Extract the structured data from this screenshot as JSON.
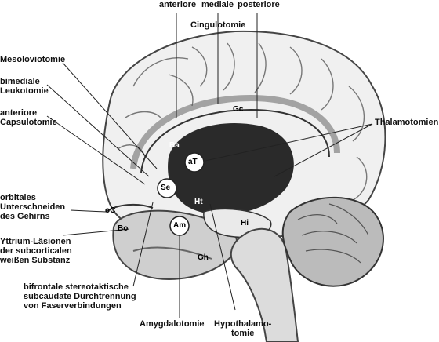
{
  "header": {
    "anteriore": "anteriore",
    "mediale": "mediale",
    "posteriore": "posteriore"
  },
  "labels": {
    "cingulotomie": "Cingulotomie",
    "mesoloviotomie": "Mesoloviotomie",
    "bimediale": "bimediale\nLeukotomie",
    "anteriore_caps": "anteriore\nCapsulotomie",
    "thalamotomien": "Thalamotomien",
    "orbitales": "orbitales\nUnterschneiden\ndes Gehirns",
    "yttrium": "Yttrium-Läsionen\nder subcorticalen\nweißen Substanz",
    "bifrontale": "bifrontale stereotaktische\nsubcaudate Durchtrennung\nvon Faserverbindungen",
    "amygdalotomie": "Amygdalotomie",
    "hypothalamotomie": "Hypothalamo-\ntomie"
  },
  "structures": {
    "gc": "Gc",
    "ba": "Ba",
    "at": "aT",
    "se": "Se",
    "ht": "Ht",
    "oc": "oC",
    "bo": "Bo",
    "am": "Am",
    "hi": "Hi",
    "gh": "Gh"
  }
}
